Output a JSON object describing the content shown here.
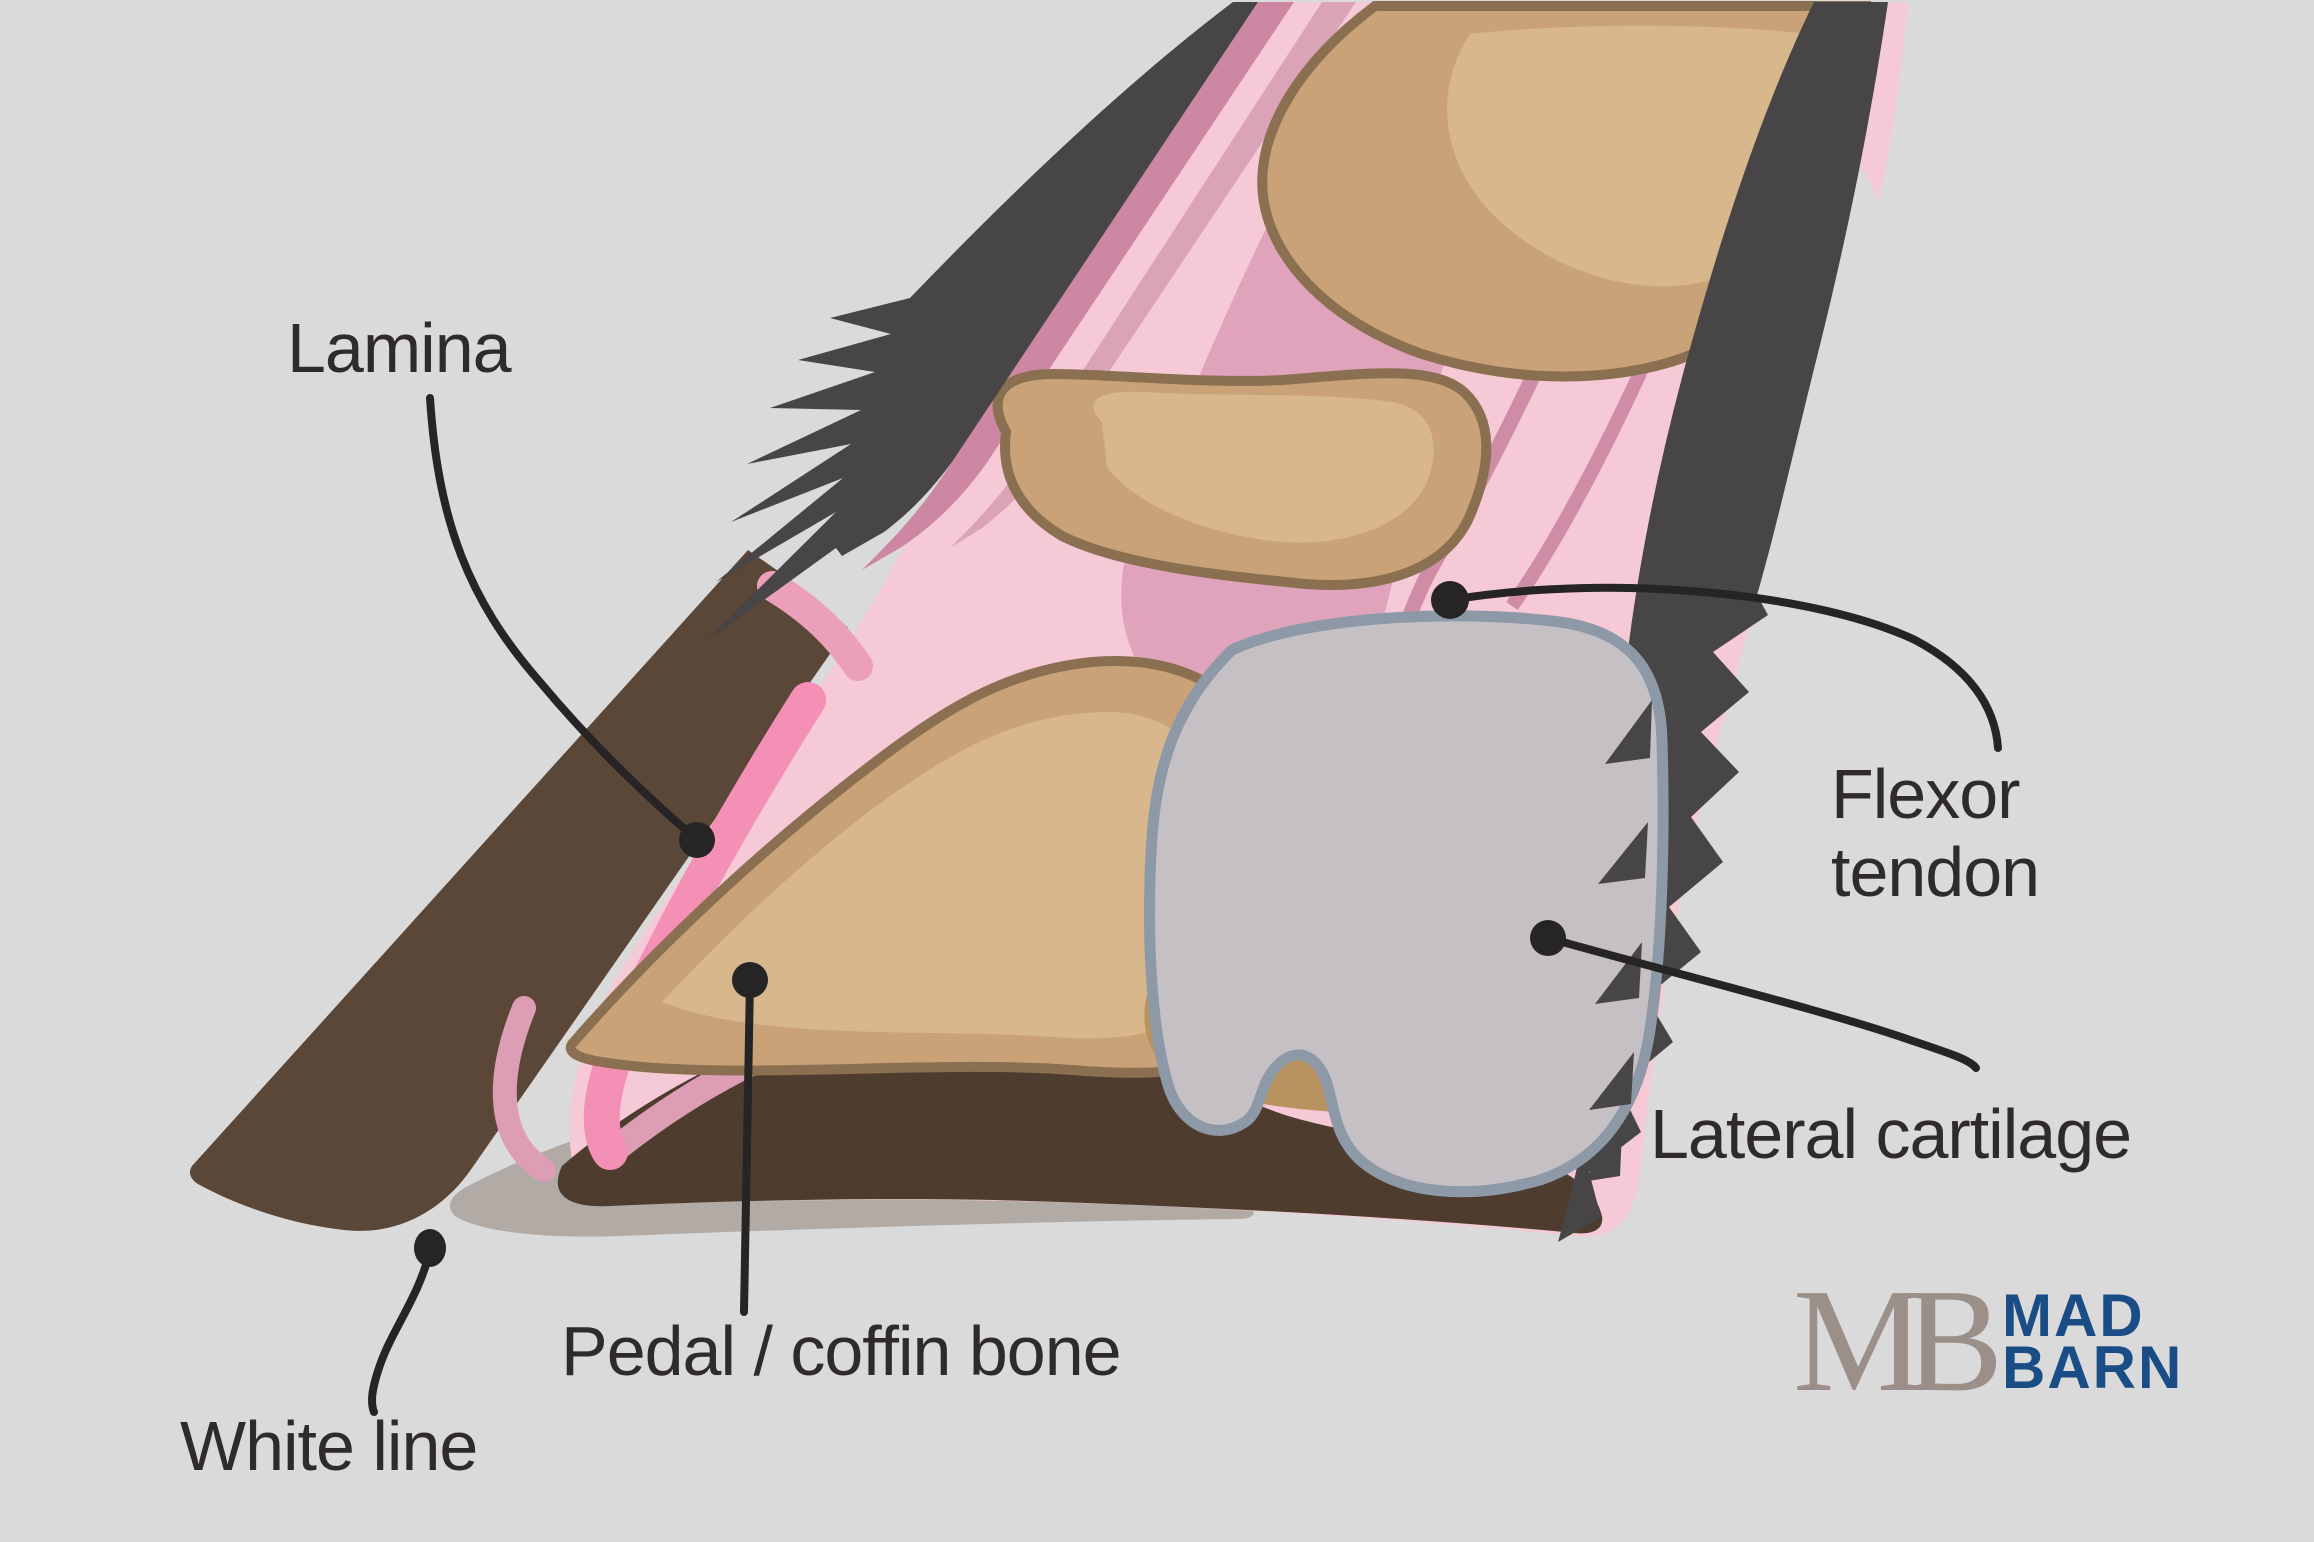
{
  "annotations": {
    "lamina": {
      "label": "Lamina"
    },
    "flexor_tendon": {
      "line1": "Flexor",
      "line2": "tendon"
    },
    "lateral_cartilage": {
      "label": "Lateral cartilage"
    },
    "pedal_coffin_bone": {
      "label": "Pedal / coffin bone"
    },
    "white_line": {
      "label": "White line"
    }
  },
  "logo": {
    "monogram": "MB",
    "word1": "MAD",
    "word2": "BARN",
    "monogram_color": "#9b9089",
    "word_color": "#1a4d85"
  },
  "palette": {
    "background": "#dbdada",
    "skin_hair_charcoal": "#474545",
    "outer_skin_rose": "#cd87a2",
    "inner_tissue_pink": "#f5c9d6",
    "rose_stripe": "#dba3b8",
    "tendon_stripe_rose": "#cf8ca6",
    "lamina_bright_pink": "#f48fb6",
    "bone_fill": "#c9a377",
    "bone_highlight": "#d8b78c",
    "bone_outline": "#8a7051",
    "cartilage_fill": "#c5c0c4",
    "cartilage_outline": "#8e99a7",
    "hoof_wall_brown": "#5a4737",
    "sole_brown": "#4e3d2f",
    "ground_shadow_taupe": "#b2aaa4",
    "leader_line": "#262425",
    "label_text": "#2e2b2a"
  }
}
